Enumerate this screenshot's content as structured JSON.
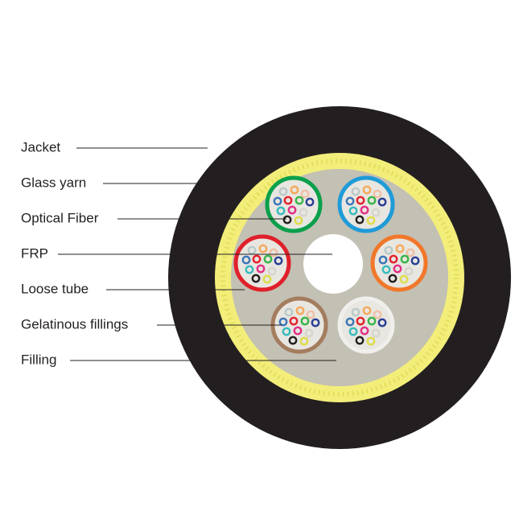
{
  "labels": {
    "jacket": "Jacket",
    "glass_yarn": "Glass yarn",
    "optical_fiber": "Optical Fiber",
    "frp": "FRP",
    "loose_tube": "Loose tube",
    "gelatinous_fillings": "Gelatinous fillings",
    "filling": "Filling"
  },
  "colors": {
    "jacket": "#231f20",
    "glass_yarn": "#f3ee7a",
    "filling": "#c3c0b4",
    "frp": "#ffffff",
    "gel": "#e8e6e0",
    "tubes": {
      "green": "#0aa04b",
      "blue": "#1f9bd7",
      "red": "#e0202a",
      "orange": "#f1772a",
      "brown": "#a47c5e",
      "white": "#f0efec"
    },
    "fibers": [
      "#b9c9c8",
      "#f5a95b",
      "#f0bfa6",
      "#3c76b8",
      "#e5212e",
      "#3ab54a",
      "#2a3e94",
      "#37bbbd",
      "#e42f86",
      "#d7d4ce",
      "#231f20",
      "#dedc4a"
    ]
  }
}
